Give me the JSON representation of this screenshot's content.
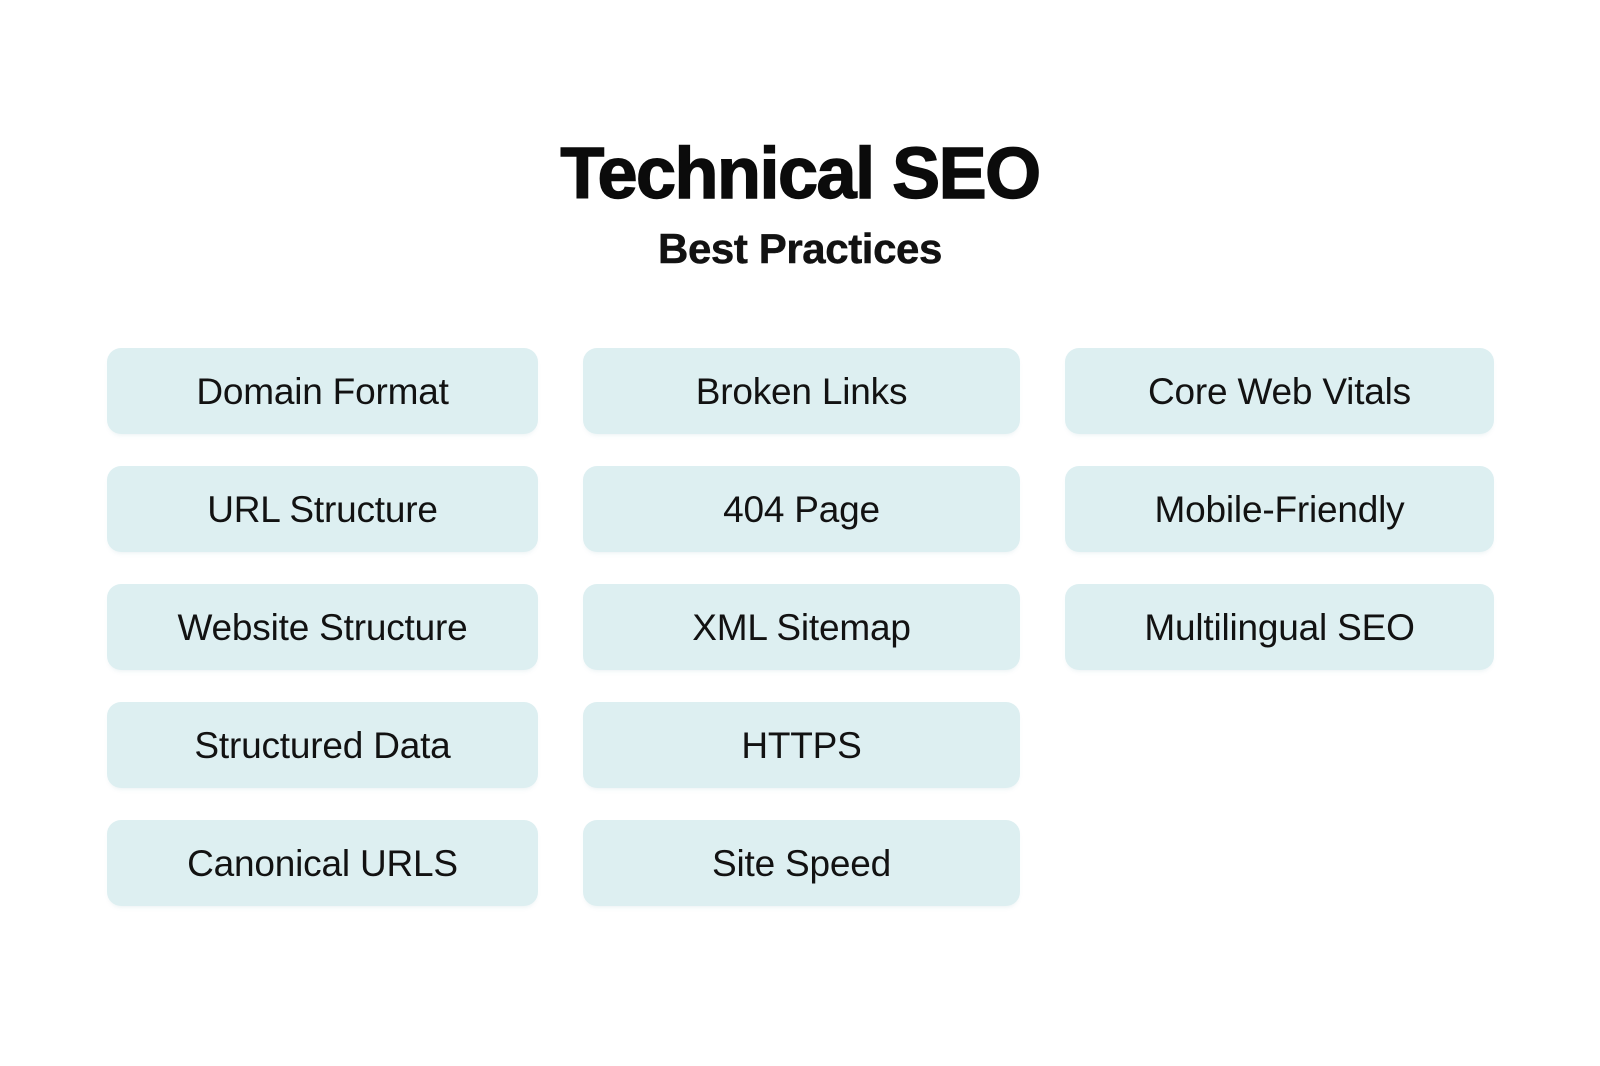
{
  "header": {
    "title": "Technical SEO",
    "subtitle": "Best Practices"
  },
  "colors": {
    "page_background": "#ffffff",
    "pill_background": "#ddeff1",
    "title_text": "#0b0b0b",
    "pill_text": "#121212"
  },
  "columns": [
    {
      "name": "column-1",
      "items": [
        {
          "label": "Domain Format"
        },
        {
          "label": "URL Structure"
        },
        {
          "label": "Website Structure"
        },
        {
          "label": "Structured Data"
        },
        {
          "label": "Canonical URLS"
        }
      ]
    },
    {
      "name": "column-2",
      "items": [
        {
          "label": "Broken Links"
        },
        {
          "label": "404 Page"
        },
        {
          "label": "XML Sitemap"
        },
        {
          "label": "HTTPS"
        },
        {
          "label": "Site Speed"
        }
      ]
    },
    {
      "name": "column-3",
      "items": [
        {
          "label": "Core Web Vitals"
        },
        {
          "label": "Mobile-Friendly"
        },
        {
          "label": "Multilingual SEO"
        }
      ]
    }
  ]
}
